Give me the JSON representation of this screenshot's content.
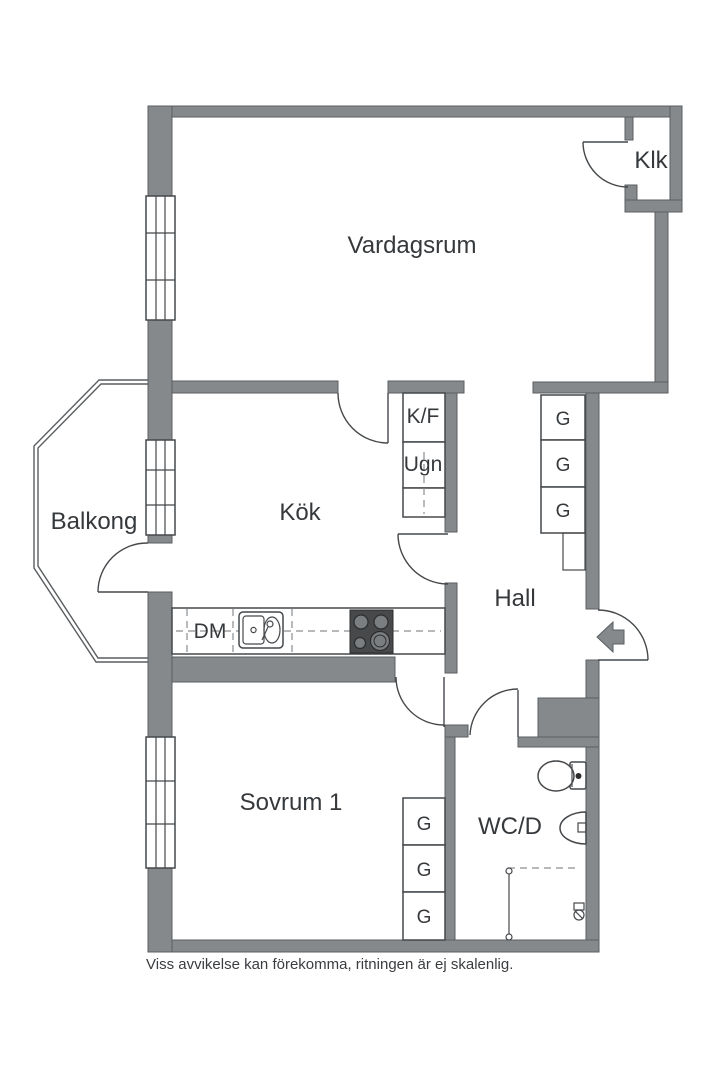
{
  "floorplan": {
    "labels": {
      "vardagsrum": "Vardagsrum",
      "klk": "Klk",
      "balkong": "Balkong",
      "kok": "Kök",
      "hall": "Hall",
      "sovrum": "Sovrum 1",
      "wcd": "WC/D",
      "kf": "K/F",
      "ugn": "Ugn",
      "dm": "DM"
    },
    "wardrobes": {
      "hall": [
        "G",
        "G",
        "G"
      ],
      "sovrum": [
        "G",
        "G",
        "G"
      ]
    },
    "disclaimer": "Viss avvikelse kan förekomma, ritningen är ej skalenlig.",
    "colors": {
      "wall": "#85898c",
      "wall_outline": "#5a5e61",
      "line": "#45484b",
      "stove": "#47494b",
      "background": "#ffffff",
      "text": "#36393c"
    }
  }
}
